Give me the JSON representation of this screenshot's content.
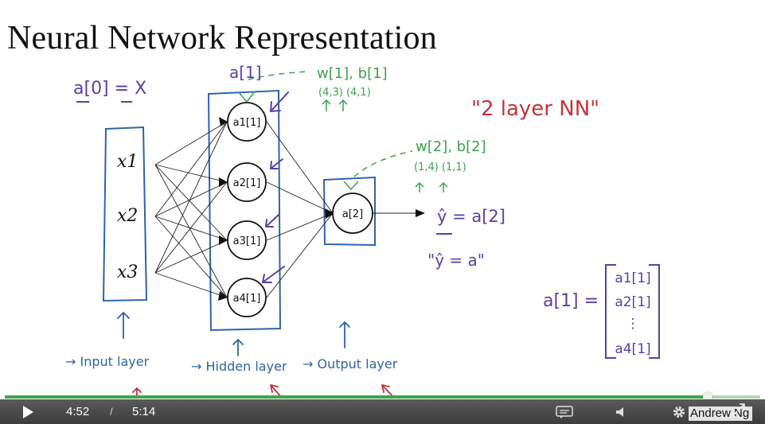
{
  "slide": {
    "title": "Neural Network Representation",
    "watermark": "Andrew Ng"
  },
  "diagram": {
    "inputs": [
      "x1",
      "x2",
      "x3"
    ],
    "hidden_units": [
      "a1[1]",
      "a2[1]",
      "a3[1]",
      "a4[1]"
    ],
    "output_unit": "a[2]",
    "annotations": {
      "a0_eq_x": "a[0] = X",
      "a1_label": "a[1]",
      "w1_b1": "w[1], b[1]",
      "w1_b1_shapes": "(4,3)  (4,1)",
      "two_layer": "\"2 layer NN\"",
      "w2_b2": "w[2], b[2]",
      "w2_b2_shapes": "(1,4)   (1,1)",
      "yhat_eq": "ŷ = a[2]",
      "yhat_quote": "\"ŷ = a\"",
      "a1_vector_label": "a[1] =",
      "input_layer": "→ Input layer",
      "hidden_layer": "→ Hidden layer",
      "output_layer": "→ Output layer"
    },
    "colors": {
      "blue": "#2f63ad",
      "green": "#3aa24a",
      "purple": "#5b3fa8",
      "red": "#c8323c",
      "ink": "#111111"
    }
  },
  "player": {
    "current_time": "4:52",
    "separator": "/",
    "total_time": "5:14",
    "progress": 0.93,
    "icons": {
      "play": "play-icon",
      "captions": "captions-icon",
      "volume": "volume-icon",
      "settings": "gear-icon",
      "fullscreen": "fullscreen-icon"
    }
  }
}
